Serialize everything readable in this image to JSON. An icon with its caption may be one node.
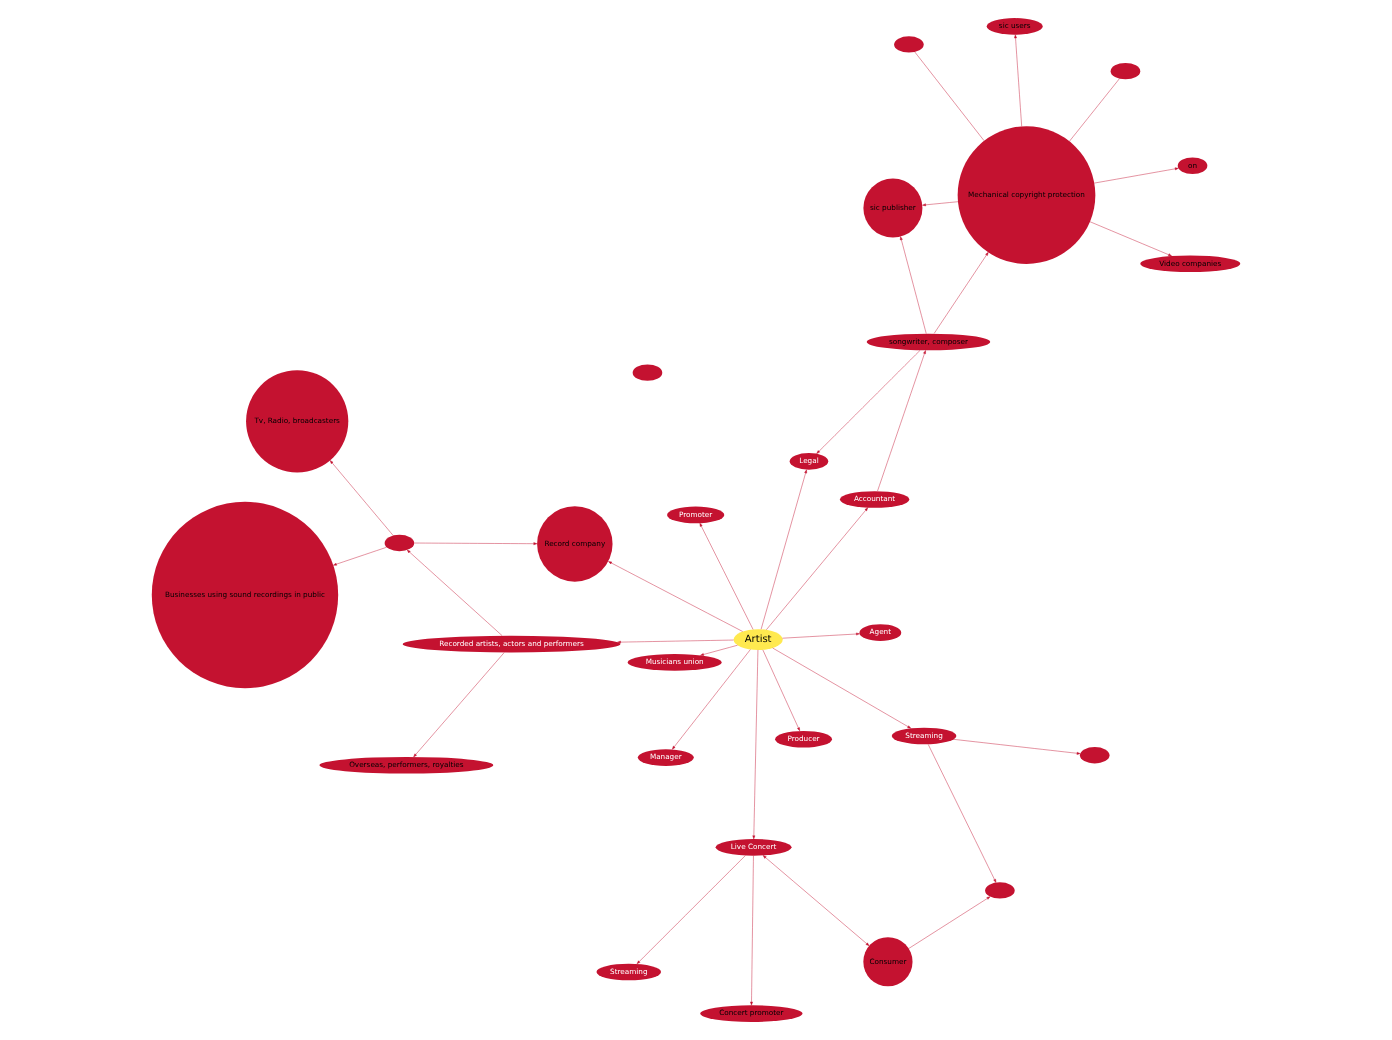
{
  "diagram": {
    "nodes": [
      {
        "text": [
          "Artist"
        ]
      },
      {
        "text": [
          "Streaming"
        ]
      },
      {
        "text": [],
        "shape": "ellipse"
      },
      {
        "text": [],
        "shape": "ellipse"
      },
      {
        "text": [
          "Consumer"
        ]
      },
      {
        "text": [
          "Live Concert"
        ]
      },
      {
        "text": [
          "Streaming"
        ]
      },
      {
        "text": [
          "Concert promoter"
        ]
      },
      {
        "text": [
          "Promoter"
        ]
      },
      {
        "text": [
          "Manager"
        ]
      },
      {
        "text": [
          "Musicians union"
        ]
      },
      {
        "text": [
          "Legal"
        ]
      },
      {
        "text": [
          "songwriter, composer"
        ]
      },
      {
        "text": [
          "Accountant"
        ]
      },
      {
        "text": [
          "sic publisher"
        ]
      },
      {
        "text": [
          "Producer"
        ]
      },
      {
        "text": [
          "Agent"
        ]
      },
      {
        "text": [
          "Recorded artists, actors and performers"
        ]
      },
      {
        "text": [
          "Overseas, performers, royalties"
        ]
      },
      {
        "text": [
          "Record company"
        ]
      },
      {
        "text": [],
        "shape": "ellipse"
      },
      {
        "text": [
          "Businesses using sound recordings in public"
        ]
      },
      {
        "text": [
          "Tv, Radio, broadcasters"
        ]
      },
      {
        "text": [
          "Mechanical copyright protection"
        ]
      },
      {
        "text": [
          "sic users"
        ]
      },
      {
        "text": [
          "on"
        ]
      },
      {
        "text": [],
        "shape": "ellipse"
      },
      {
        "text": [],
        "shape": "ellipse"
      },
      {
        "text": [],
        "shape": "ellipse"
      },
      {
        "text": [
          "Video companies"
        ]
      }
    ],
    "edges": [
      {
        "from": 0,
        "to": 1,
        "arrow": "to"
      },
      {
        "from": 1,
        "to": 2,
        "arrow": "to"
      },
      {
        "from": 1,
        "to": 3,
        "arrow": "to"
      },
      {
        "from": 4,
        "to": 2,
        "arrow": "to"
      },
      {
        "from": 4,
        "to": 5,
        "arrow": "both"
      },
      {
        "from": 0,
        "to": 5,
        "arrow": "to"
      },
      {
        "from": 5,
        "to": 6,
        "arrow": "to"
      },
      {
        "from": 5,
        "to": 7,
        "arrow": "to"
      },
      {
        "from": 0,
        "to": 8,
        "arrow": "to"
      },
      {
        "from": 0,
        "to": 9,
        "arrow": "to"
      },
      {
        "from": 0,
        "to": 10,
        "arrow": "to"
      },
      {
        "from": 0,
        "to": 11,
        "arrow": "to"
      },
      {
        "from": 12,
        "to": 11,
        "arrow": "to"
      },
      {
        "from": 0,
        "to": 13,
        "arrow": "to"
      },
      {
        "from": 13,
        "to": 12,
        "arrow": "to"
      },
      {
        "from": 12,
        "to": 14,
        "arrow": "to"
      },
      {
        "from": 12,
        "to": 23,
        "arrow": "to"
      },
      {
        "from": 0,
        "to": 15,
        "arrow": "to"
      },
      {
        "from": 0,
        "to": 16,
        "arrow": "to"
      },
      {
        "from": 0,
        "to": 17,
        "arrow": "to"
      },
      {
        "from": 0,
        "to": 19,
        "arrow": "to"
      },
      {
        "from": 17,
        "to": 18,
        "arrow": "to"
      },
      {
        "from": 17,
        "to": 20,
        "arrow": "to"
      },
      {
        "from": 20,
        "to": 19,
        "arrow": "to"
      },
      {
        "from": 20,
        "to": 21,
        "arrow": "to"
      },
      {
        "from": 20,
        "to": 22,
        "arrow": "to"
      },
      {
        "from": 23,
        "to": 14,
        "arrow": "to"
      },
      {
        "from": 23,
        "to": 24,
        "arrow": "to"
      },
      {
        "from": 23,
        "to": 25,
        "arrow": "to"
      },
      {
        "from": 23,
        "to": 26,
        "arrow": "none"
      },
      {
        "from": 23,
        "to": 27,
        "arrow": "none"
      },
      {
        "from": 23,
        "to": 29,
        "arrow": "to"
      }
    ]
  }
}
